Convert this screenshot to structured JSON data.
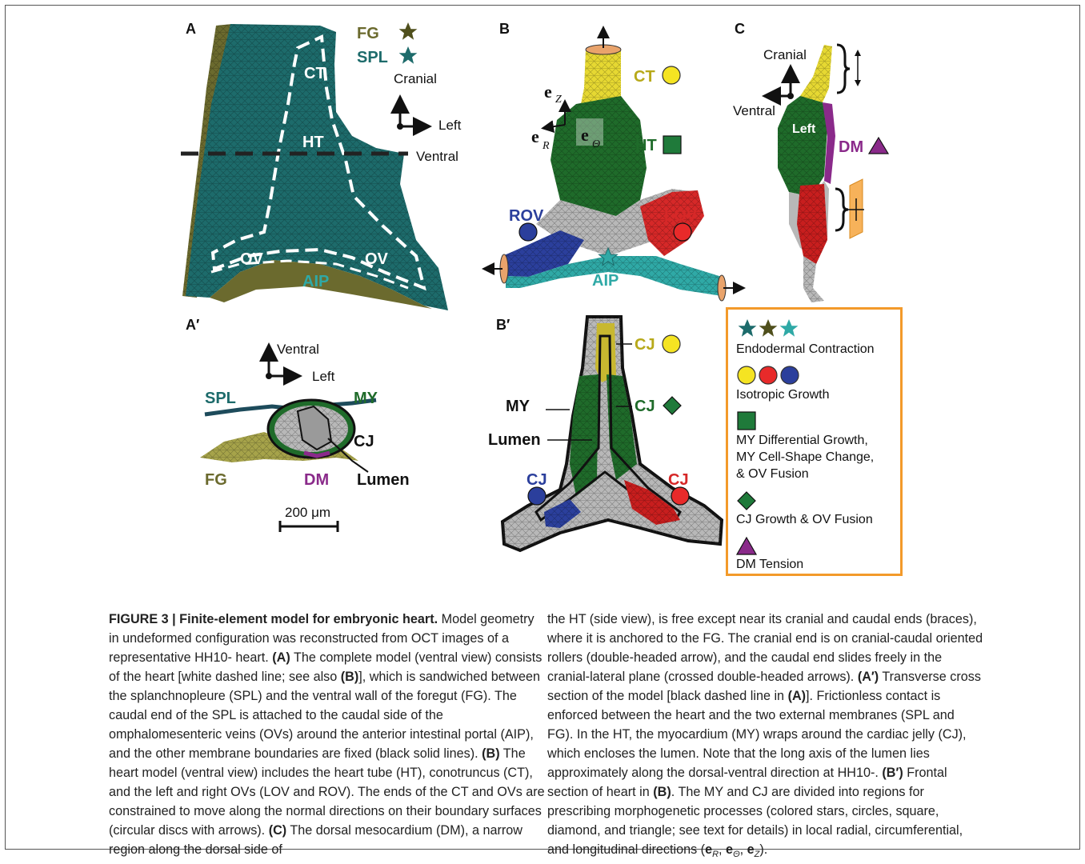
{
  "panels": {
    "A": {
      "letter": "A",
      "fg": "FG",
      "spl": "SPL",
      "ct": "CT",
      "ht": "HT",
      "ov_left": "OV",
      "ov_right": "OV",
      "aip": "AIP",
      "cranial": "Cranial",
      "left": "Left",
      "ventral": "Ventral"
    },
    "B": {
      "letter": "B",
      "ct": "CT",
      "ht": "HT",
      "rov": "ROV",
      "lov": "LOV",
      "aip": "AIP",
      "ez_base": "e",
      "ez_sub": "Z",
      "er_base": "e",
      "er_sub": "R",
      "etheta_base": "e",
      "etheta_sub": "Θ"
    },
    "C": {
      "letter": "C",
      "cranial": "Cranial",
      "ventral": "Ventral",
      "left": "Left",
      "dm": "DM"
    },
    "Aprime": {
      "letter": "A′",
      "ventral": "Ventral",
      "left": "Left",
      "spl": "SPL",
      "my": "MY",
      "cj": "CJ",
      "fg": "FG",
      "dm": "DM",
      "lumen": "Lumen",
      "scale": "200 μm"
    },
    "Bprime": {
      "letter": "B′",
      "cj_top": "CJ",
      "cj_mid": "CJ",
      "my": "MY",
      "lumen": "Lumen",
      "cj_left": "CJ",
      "cj_right": "CJ"
    }
  },
  "legend": {
    "items": [
      {
        "label": "Endodermal Contraction",
        "icon": "star-icons"
      },
      {
        "label": "Isotropic Growth",
        "icon": "circle-icons"
      },
      {
        "label": "MY Differential Growth, MY Cell-Shape Change, & OV Fusion",
        "lines": [
          "MY Differential Growth,",
          "MY Cell-Shape Change,",
          "& OV Fusion"
        ],
        "icon": "square-icon"
      },
      {
        "label": "CJ Growth & OV Fusion",
        "icon": "diamond-icon"
      },
      {
        "label": "DM Tension",
        "icon": "triangle-icon"
      }
    ]
  },
  "colors": {
    "spl": "#1d6b6b",
    "fg": "#6b6a2e",
    "aip": "#2fa9a6",
    "ct": "#e6d832",
    "ht": "#1f6b2a",
    "rov": "#2b3f9c",
    "lov": "#d62828",
    "dm": "#8a2a8a",
    "legend_border": "#f39a2a",
    "mesh_gray": "#b8b8b8"
  },
  "caption": {
    "title": "FIGURE 3 | Finite-element model for embryonic heart.",
    "left_col": [
      {
        "t": " Model geometry in undeformed configuration was reconstructed from OCT images of a representative HH10- heart. "
      },
      {
        "b": "(A)"
      },
      {
        "t": " The complete model (ventral view) consists of the heart [white dashed line; see also "
      },
      {
        "b": "(B)"
      },
      {
        "t": "], which is sandwiched between the splanchnopleure (SPL) and the ventral wall of the foregut (FG). The caudal end of the SPL is attached to the caudal side of the omphalomesenteric veins (OVs) around the anterior intestinal portal (AIP), and the other membrane boundaries are fixed (black solid lines). "
      },
      {
        "b": "(B)"
      },
      {
        "t": " The heart model (ventral view) includes the heart tube (HT), conotruncus (CT), and the left and right OVs (LOV and ROV). The ends of the CT and OVs are constrained to move along the normal directions on their boundary surfaces (circular discs with arrows). "
      },
      {
        "b": "(C)"
      },
      {
        "t": " The dorsal mesocardium (DM), a narrow region along the dorsal side of"
      }
    ],
    "right_col": [
      {
        "t": "the HT (side view), is free except near its cranial and caudal ends (braces), where it is anchored to the FG. The cranial end is on cranial-caudal oriented rollers (double-headed arrow), and the caudal end slides freely in the cranial-lateral plane (crossed double-headed arrows). "
      },
      {
        "b": "(A′)"
      },
      {
        "t": " Transverse cross section of the model [black dashed line in "
      },
      {
        "b": "(A)"
      },
      {
        "t": "]. Frictionless contact is enforced between the heart and the two external membranes (SPL and FG). In the HT, the myocardium (MY) wraps around the cardiac jelly (CJ), which encloses the lumen. Note that the long axis of the lumen lies approximately along the dorsal-ventral direction at HH10-. "
      },
      {
        "b": "(B′)"
      },
      {
        "t": " Frontal section of heart in "
      },
      {
        "b": "(B)"
      },
      {
        "t": ". The MY and CJ are divided into regions for prescribing morphogenetic processes (colored stars, circles, square, diamond, and triangle; see text for details) in local radial, circumferential, and longitudinal directions ("
      },
      {
        "b": "e"
      },
      {
        "s": "R"
      },
      {
        "t": ", "
      },
      {
        "b": "e"
      },
      {
        "s": "Θ"
      },
      {
        "t": ", "
      },
      {
        "b": "e"
      },
      {
        "s": "Z"
      },
      {
        "t": ")."
      }
    ]
  }
}
